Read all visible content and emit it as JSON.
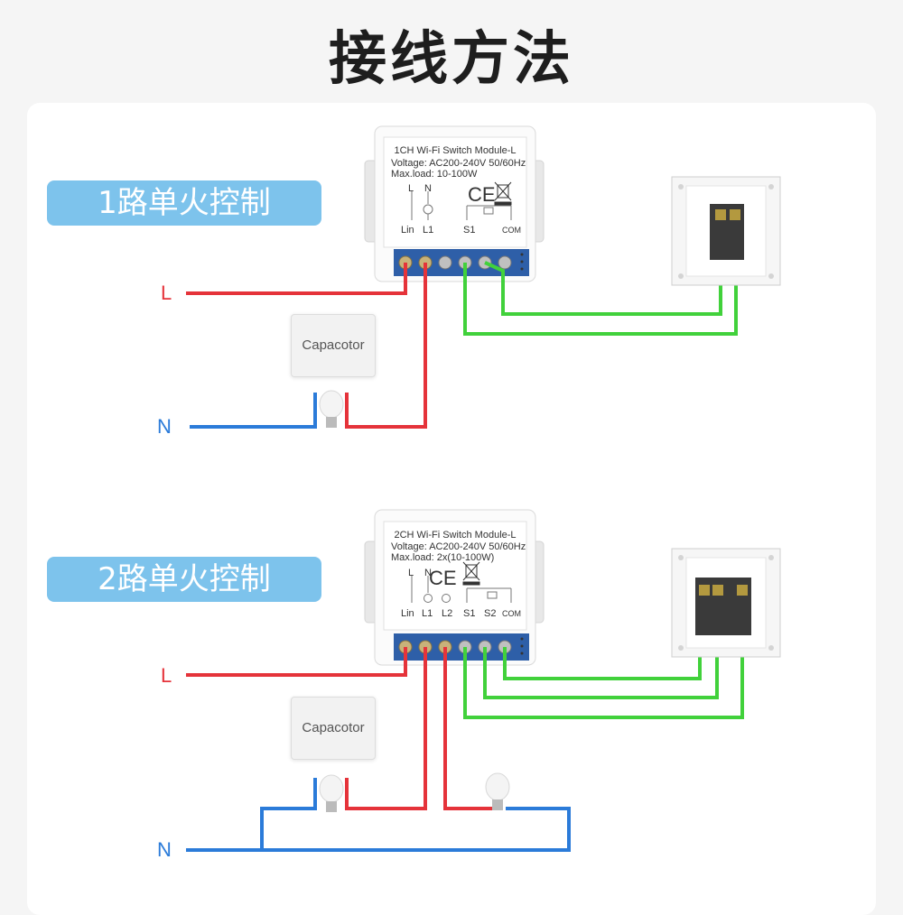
{
  "title": "接线方法",
  "diagram1": {
    "label": "1路单火控制",
    "module_name": "1CH Wi-Fi Switch Module-L",
    "voltage": "Voltage: AC200-240V 50/60Hz",
    "max_load": "Max.load: 10-100W",
    "terminals": [
      "Lin",
      "L1",
      "S1",
      "COM"
    ],
    "top_labels": [
      "L",
      "N"
    ],
    "capacitor": "Capacotor",
    "live": "L",
    "neutral": "N"
  },
  "diagram2": {
    "label": "2路单火控制",
    "module_name": "2CH Wi-Fi Switch Module-L",
    "voltage": "Voltage: AC200-240V 50/60Hz",
    "max_load": "Max.load: 2x(10-100W)",
    "terminals": [
      "Lin",
      "L1",
      "L2",
      "S1",
      "S2",
      "COM"
    ],
    "top_labels": [
      "L",
      "N"
    ],
    "capacitor": "Capacotor",
    "live": "L",
    "neutral": "N"
  },
  "colors": {
    "live": "#e5333a",
    "neutral": "#2b7bd9",
    "switch_wire": "#41d13b",
    "label_bg": "#7dc3ec",
    "terminal_block": "#2e5fa8"
  },
  "icons": [
    "ce-mark-icon",
    "weee-bin-icon",
    "lamp-icon",
    "bulb-icon",
    "wall-switch-icon"
  ]
}
